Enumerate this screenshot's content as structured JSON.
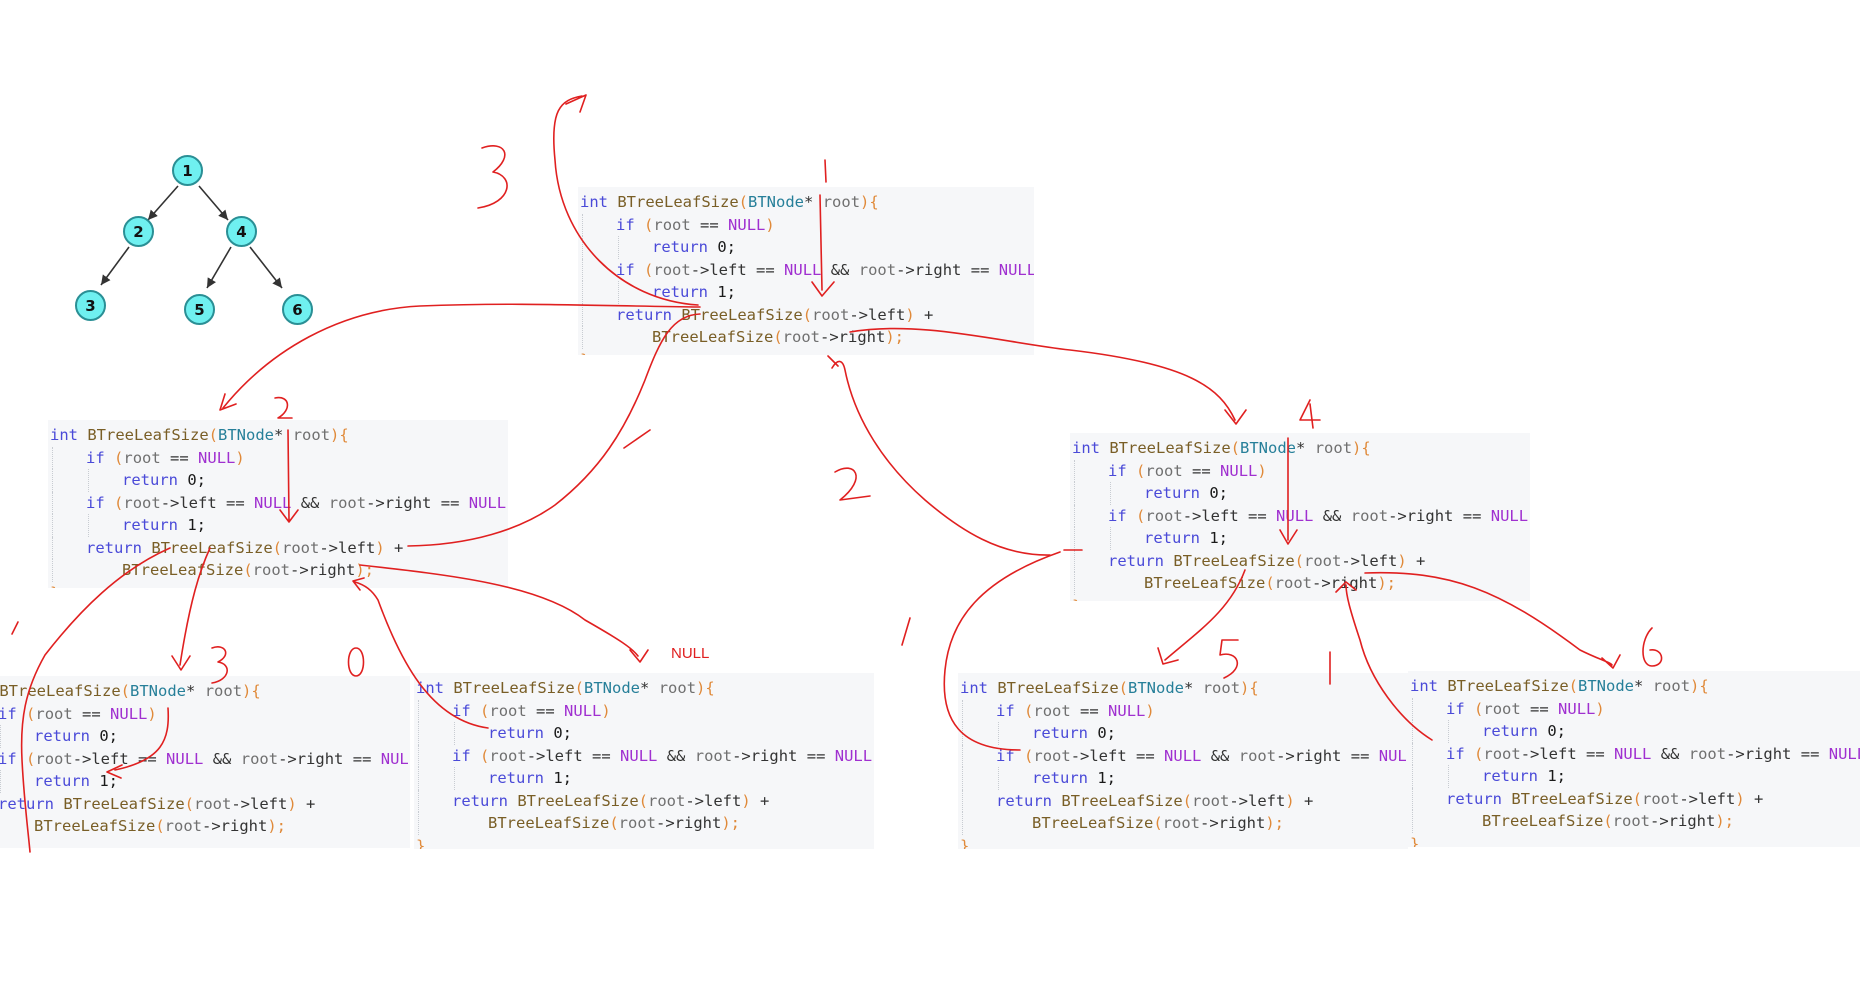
{
  "tree": {
    "nodes": [
      {
        "id": "n1",
        "label": "1"
      },
      {
        "id": "n2",
        "label": "2"
      },
      {
        "id": "n4",
        "label": "4"
      },
      {
        "id": "n3",
        "label": "3"
      },
      {
        "id": "n5",
        "label": "5"
      },
      {
        "id": "n6",
        "label": "6"
      }
    ]
  },
  "code": {
    "l0": {
      "kw_int": "int",
      "fn_name": "BTreeLeafSize",
      "lparen": "(",
      "type": "BTNode",
      "star": "*",
      "param": "root",
      "rparen_brace": "){"
    },
    "l1": {
      "kw_if": "if",
      "lparen": "(",
      "root": "root",
      "eq": "==",
      "null": "NULL",
      "rparen": ")"
    },
    "l2": {
      "kw_return": "return",
      "val": "0;"
    },
    "l3": {
      "kw_if": "if",
      "lparen": "(",
      "left_expr": "root",
      "arrow_left": "->left",
      "eq1": "==",
      "null1": "NULL",
      "and": "&&",
      "right_expr": "root",
      "arrow_right": "->right",
      "eq2": "==",
      "null2": "NULL",
      "rparen": ")"
    },
    "l4": {
      "kw_return": "return",
      "val": "1;"
    },
    "l5": {
      "kw_return": "return",
      "fn_name": "BTreeLeafSize",
      "lparen": "(",
      "root": "root",
      "arrow": "->left",
      "rparen": ")",
      "plus": "+"
    },
    "l6": {
      "fn_name": "BTreeLeafSize",
      "lparen": "(",
      "root": "root",
      "arrow": "->right",
      "rparen": ");"
    },
    "l7": {
      "close": "}"
    }
  },
  "annotation_colors": {
    "ink": "#e02020"
  },
  "null_label": "NULL"
}
